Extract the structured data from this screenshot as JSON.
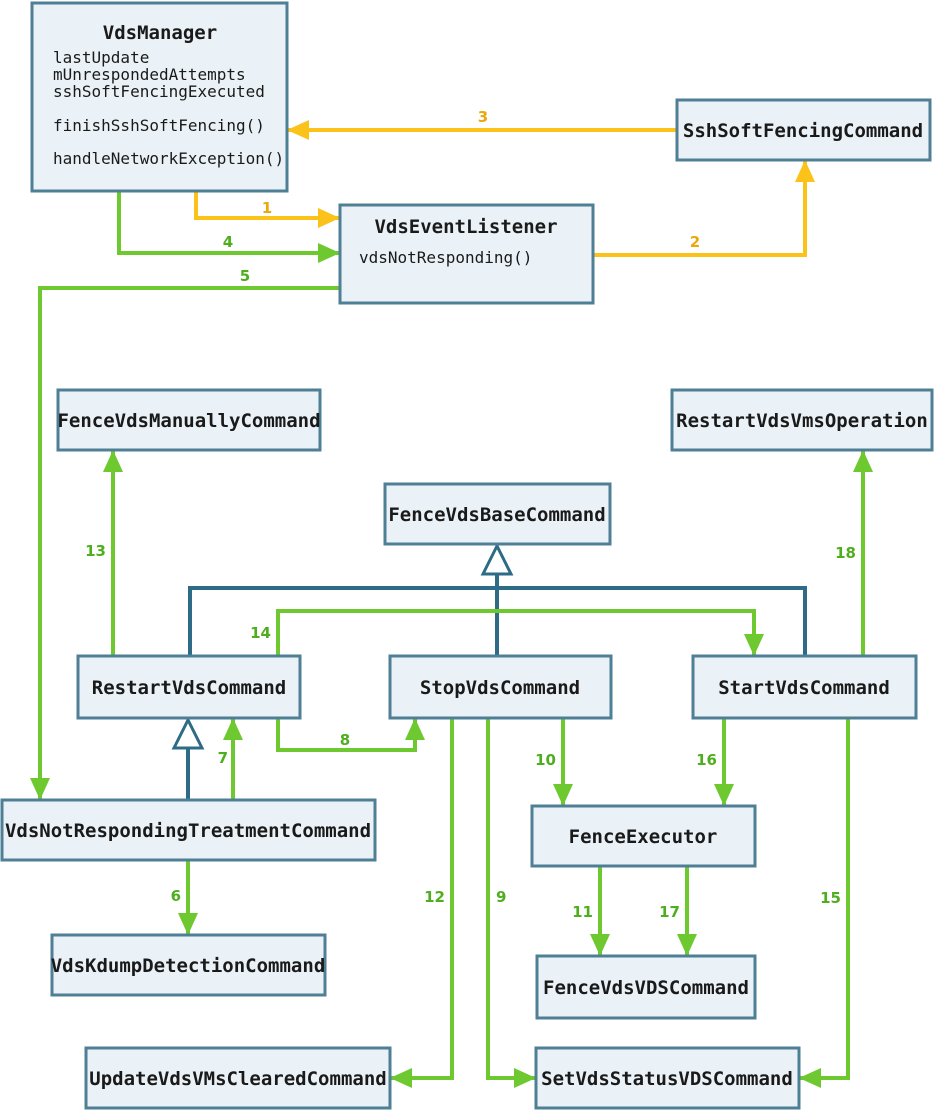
{
  "colors": {
    "box_fill": "#eaf2f7",
    "box_border": "#4e7f95",
    "inheritance_line": "#2e6b87",
    "call_arrow_green": "#6ec82f",
    "call_arrow_yellow": "#fbc21a",
    "label_green": "#4fae1f",
    "label_yellow": "#eca80a",
    "background": "#ffffff"
  },
  "nodes": [
    {
      "id": "VdsManager",
      "title": "VdsManager",
      "attributes": [
        "lastUpdate",
        "mUnrespondedAttempts",
        "sshSoftFencingExecuted"
      ],
      "methods": [
        "finishSshSoftFencing()",
        "handleNetworkException()"
      ]
    },
    {
      "id": "SshSoftFencingCommand",
      "title": "SshSoftFencingCommand"
    },
    {
      "id": "VdsEventListener",
      "title": "VdsEventListener",
      "methods": [
        "vdsNotResponding()"
      ]
    },
    {
      "id": "FenceVdsManuallyCommand",
      "title": "FenceVdsManuallyCommand"
    },
    {
      "id": "RestartVdsVmsOperation",
      "title": "RestartVdsVmsOperation"
    },
    {
      "id": "FenceVdsBaseCommand",
      "title": "FenceVdsBaseCommand"
    },
    {
      "id": "RestartVdsCommand",
      "title": "RestartVdsCommand"
    },
    {
      "id": "StopVdsCommand",
      "title": "StopVdsCommand"
    },
    {
      "id": "StartVdsCommand",
      "title": "StartVdsCommand"
    },
    {
      "id": "VdsNotRespondingTreatmentCommand",
      "title": "VdsNotRespondingTreatmentCommand"
    },
    {
      "id": "VdsKdumpDetectionCommand",
      "title": "VdsKdumpDetectionCommand"
    },
    {
      "id": "FenceExecutor",
      "title": "FenceExecutor"
    },
    {
      "id": "FenceVdsVDSCommand",
      "title": "FenceVdsVDSCommand"
    },
    {
      "id": "UpdateVdsVMsClearedCommand",
      "title": "UpdateVdsVMsClearedCommand"
    },
    {
      "id": "SetVdsStatusVDSCommand",
      "title": "SetVdsStatusVDSCommand"
    }
  ],
  "edges": [
    {
      "label": "1",
      "color": "yellow",
      "from": "VdsManager",
      "to": "VdsEventListener"
    },
    {
      "label": "2",
      "color": "yellow",
      "from": "VdsEventListener",
      "to": "SshSoftFencingCommand"
    },
    {
      "label": "3",
      "color": "yellow",
      "from": "SshSoftFencingCommand",
      "to": "VdsManager"
    },
    {
      "label": "4",
      "color": "green",
      "from": "VdsManager",
      "to": "VdsEventListener"
    },
    {
      "label": "5",
      "color": "green",
      "from": "VdsEventListener",
      "to": "VdsNotRespondingTreatmentCommand"
    },
    {
      "label": "6",
      "color": "green",
      "from": "VdsNotRespondingTreatmentCommand",
      "to": "VdsKdumpDetectionCommand"
    },
    {
      "label": "7",
      "color": "green",
      "from": "VdsNotRespondingTreatmentCommand",
      "to": "RestartVdsCommand"
    },
    {
      "label": "8",
      "color": "green",
      "from": "RestartVdsCommand",
      "to": "StopVdsCommand"
    },
    {
      "label": "9",
      "color": "green",
      "from": "StopVdsCommand",
      "to": "SetVdsStatusVDSCommand"
    },
    {
      "label": "10",
      "color": "green",
      "from": "StopVdsCommand",
      "to": "FenceExecutor"
    },
    {
      "label": "11",
      "color": "green",
      "from": "FenceExecutor",
      "to": "FenceVdsVDSCommand"
    },
    {
      "label": "12",
      "color": "green",
      "from": "StopVdsCommand",
      "to": "UpdateVdsVMsClearedCommand"
    },
    {
      "label": "13",
      "color": "green",
      "from": "RestartVdsCommand",
      "to": "FenceVdsManuallyCommand"
    },
    {
      "label": "14",
      "color": "green",
      "from": "RestartVdsCommand",
      "to": "StartVdsCommand"
    },
    {
      "label": "15",
      "color": "green",
      "from": "StartVdsCommand",
      "to": "SetVdsStatusVDSCommand"
    },
    {
      "label": "16",
      "color": "green",
      "from": "StartVdsCommand",
      "to": "FenceExecutor"
    },
    {
      "label": "17",
      "color": "green",
      "from": "FenceExecutor",
      "to": "FenceVdsVDSCommand"
    },
    {
      "label": "18",
      "color": "green",
      "from": "StartVdsCommand",
      "to": "RestartVdsVmsOperation"
    }
  ],
  "inheritance": [
    {
      "from": "RestartVdsCommand",
      "to": "FenceVdsBaseCommand"
    },
    {
      "from": "StopVdsCommand",
      "to": "FenceVdsBaseCommand"
    },
    {
      "from": "StartVdsCommand",
      "to": "FenceVdsBaseCommand"
    },
    {
      "from": "VdsNotRespondingTreatmentCommand",
      "to": "RestartVdsCommand"
    }
  ]
}
